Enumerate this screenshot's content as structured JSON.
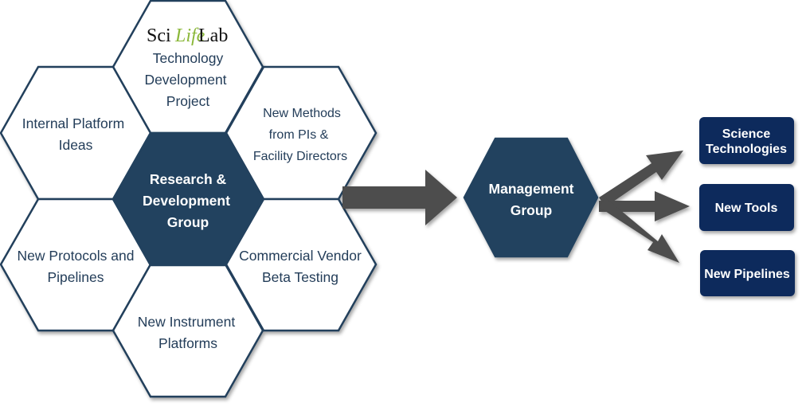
{
  "logo": {
    "part1": "Sci",
    "part2": "Life",
    "part3": "Lab"
  },
  "hexagons": {
    "top": [
      "Technology",
      "Development",
      "Project"
    ],
    "upper_left": [
      "Internal Platform",
      "Ideas"
    ],
    "upper_right": [
      "New Methods",
      "from PIs &",
      "Facility Directors"
    ],
    "center": [
      "Research &",
      "Development",
      "Group"
    ],
    "lower_left": [
      "New Protocols and",
      "Pipelines"
    ],
    "lower_right": [
      "Commercial Vendor",
      "Beta Testing"
    ],
    "bottom": [
      "New Instrument",
      "Platforms"
    ],
    "management": [
      "Management",
      "Group"
    ]
  },
  "outputs": {
    "science": [
      "Science",
      "Technologies"
    ],
    "tools": [
      "New Tools"
    ],
    "pipelines": [
      "New Pipelines"
    ]
  },
  "colors": {
    "dark_hex": "#22425e",
    "output_box": "#0e2a5c",
    "arrow": "#4d4d4d",
    "logo_accent": "#8bb83a"
  }
}
